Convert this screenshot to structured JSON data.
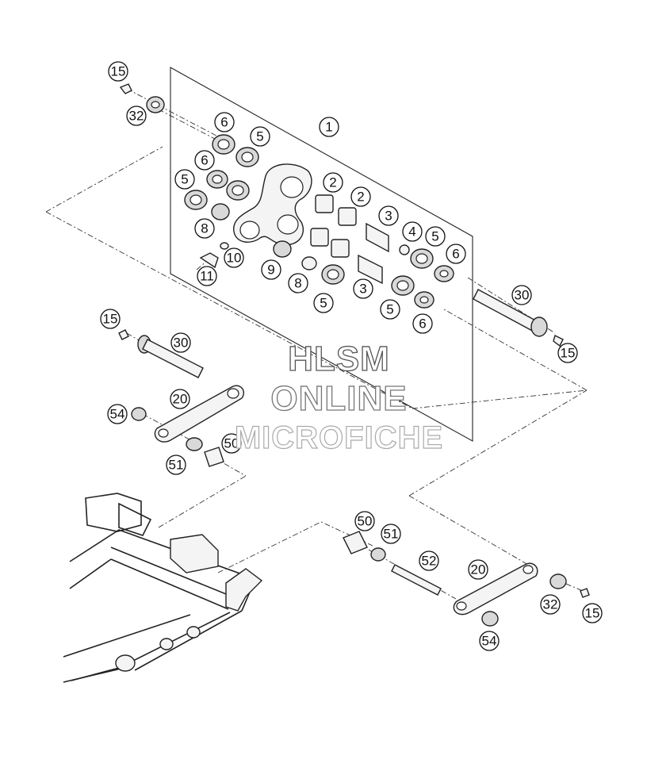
{
  "watermark": {
    "line1": "HLSM",
    "line2": "ONLINE",
    "line3": "MICROFICHE"
  },
  "callouts": [
    {
      "id": "c1",
      "label": "1"
    },
    {
      "id": "c2a",
      "label": "2"
    },
    {
      "id": "c2b",
      "label": "2"
    },
    {
      "id": "c3a",
      "label": "3"
    },
    {
      "id": "c3b",
      "label": "3"
    },
    {
      "id": "c4",
      "label": "4"
    },
    {
      "id": "c5a",
      "label": "5"
    },
    {
      "id": "c5b",
      "label": "5"
    },
    {
      "id": "c5c",
      "label": "5"
    },
    {
      "id": "c5d",
      "label": "5"
    },
    {
      "id": "c5e",
      "label": "5"
    },
    {
      "id": "c6a",
      "label": "6"
    },
    {
      "id": "c6b",
      "label": "6"
    },
    {
      "id": "c6c",
      "label": "6"
    },
    {
      "id": "c6d",
      "label": "6"
    },
    {
      "id": "c8a",
      "label": "8"
    },
    {
      "id": "c8b",
      "label": "8"
    },
    {
      "id": "c9",
      "label": "9"
    },
    {
      "id": "c10",
      "label": "10"
    },
    {
      "id": "c11",
      "label": "11"
    },
    {
      "id": "c15a",
      "label": "15"
    },
    {
      "id": "c15b",
      "label": "15"
    },
    {
      "id": "c15c",
      "label": "15"
    },
    {
      "id": "c15d",
      "label": "15"
    },
    {
      "id": "c20a",
      "label": "20"
    },
    {
      "id": "c20b",
      "label": "20"
    },
    {
      "id": "c30a",
      "label": "30"
    },
    {
      "id": "c30b",
      "label": "30"
    },
    {
      "id": "c32a",
      "label": "32"
    },
    {
      "id": "c32b",
      "label": "32"
    },
    {
      "id": "c50a",
      "label": "50"
    },
    {
      "id": "c50b",
      "label": "50"
    },
    {
      "id": "c51a",
      "label": "51"
    },
    {
      "id": "c51b",
      "label": "51"
    },
    {
      "id": "c52",
      "label": "52"
    },
    {
      "id": "c54a",
      "label": "54"
    },
    {
      "id": "c54b",
      "label": "54"
    }
  ]
}
